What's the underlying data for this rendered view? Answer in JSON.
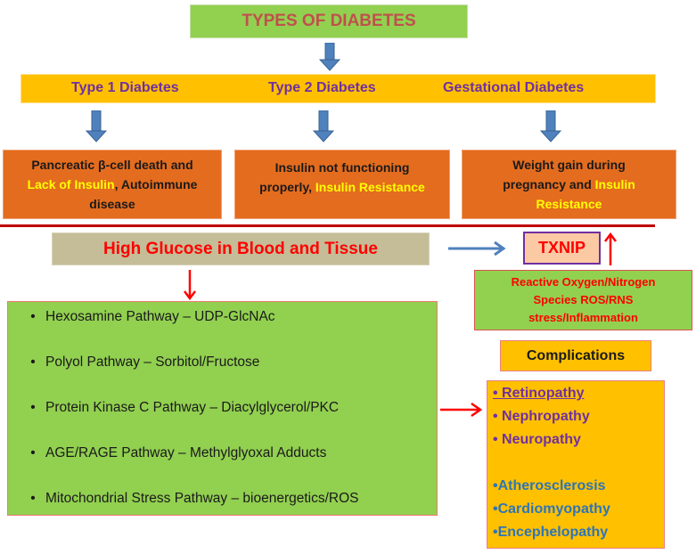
{
  "title": "TYPES OF DIABETES",
  "types": [
    {
      "label": "Type 1 Diabetes"
    },
    {
      "label": "Type 2 Diabetes"
    },
    {
      "label": "Gestational Diabetes"
    }
  ],
  "causes": [
    {
      "line1": "Pancreatic β-cell death and",
      "highlight": "Lack of Insulin",
      "rest": ", Autoimmune",
      "line3": "disease"
    },
    {
      "line1": "Insulin not functioning",
      "prefix": "properly, ",
      "highlight": "Insulin Resistance"
    },
    {
      "line1": "Weight gain during",
      "prefix": "pregnancy and ",
      "highlight": "Insulin",
      "line3": "Resistance"
    }
  ],
  "high_glucose": "High Glucose in Blood and Tissue",
  "txnip": "TXNIP",
  "ros": {
    "line1": "Reactive Oxygen/Nitrogen",
    "line2": "Species ROS/RNS",
    "line3": "stress/Inflammation"
  },
  "pathways": {
    "bullet": "•",
    "items": [
      "Hexosamine Pathway – UDP-GlcNAc",
      "Polyol Pathway – Sorbitol/Fructose",
      "Protein Kinase C Pathway – Diacylglycerol/PKC",
      "AGE/RAGE Pathway – Methylglyoxal Adducts",
      "Mitochondrial Stress Pathway – bioenergetics/ROS"
    ]
  },
  "complications": {
    "title": "Complications",
    "microvascular": [
      "• Retinopathy",
      "• Nephropathy",
      "• Neuropathy"
    ],
    "macrovascular": [
      "•Atherosclerosis",
      "•Cardiomyopathy",
      "•Encephelopathy"
    ]
  },
  "colors": {
    "title_bg": "#92d050",
    "title_text": "#c0504d",
    "types_bar": "#ffc000",
    "type_text": "#7030a0",
    "cause_bg": "#e46c1e",
    "highlight": "#ffff00",
    "divider": "#c00000",
    "glucose_bg": "#c4bd97",
    "alert_red": "#ff0000",
    "arrow_blue": "#4f81bd",
    "macro_blue": "#2e75b6"
  }
}
